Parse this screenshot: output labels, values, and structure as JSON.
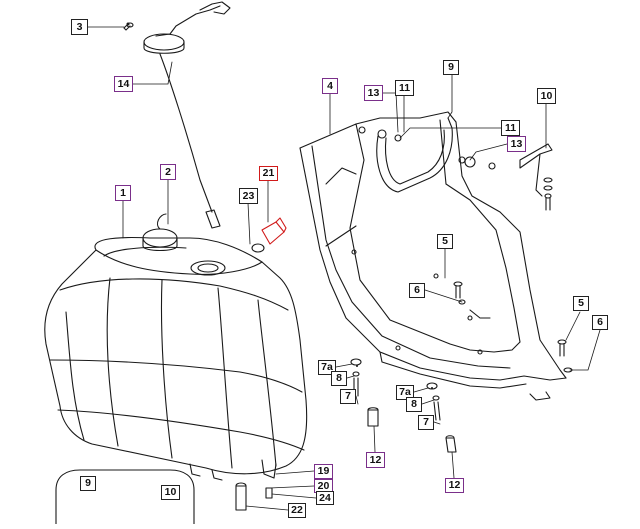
{
  "diagram": {
    "callouts": [
      {
        "id": "c3",
        "label": "3",
        "style": "std"
      },
      {
        "id": "c14",
        "label": "14",
        "style": "purple"
      },
      {
        "id": "c1",
        "label": "1",
        "style": "purple"
      },
      {
        "id": "c2",
        "label": "2",
        "style": "purple"
      },
      {
        "id": "c23",
        "label": "23",
        "style": "std"
      },
      {
        "id": "c21",
        "label": "21",
        "style": "red"
      },
      {
        "id": "c4",
        "label": "4",
        "style": "purple"
      },
      {
        "id": "c13a",
        "label": "13",
        "style": "purple"
      },
      {
        "id": "c11a",
        "label": "11",
        "style": "std"
      },
      {
        "id": "c9a",
        "label": "9",
        "style": "std"
      },
      {
        "id": "c10a",
        "label": "10",
        "style": "std"
      },
      {
        "id": "c11b",
        "label": "11",
        "style": "std"
      },
      {
        "id": "c13b",
        "label": "13",
        "style": "purple"
      },
      {
        "id": "c5a",
        "label": "5",
        "style": "std"
      },
      {
        "id": "c6a",
        "label": "6",
        "style": "std"
      },
      {
        "id": "c5b",
        "label": "5",
        "style": "std"
      },
      {
        "id": "c6b",
        "label": "6",
        "style": "std"
      },
      {
        "id": "c7a1",
        "label": "7a",
        "style": "std"
      },
      {
        "id": "c8a",
        "label": "8",
        "style": "std"
      },
      {
        "id": "c7a",
        "label": "7",
        "style": "std"
      },
      {
        "id": "c7a2",
        "label": "7a",
        "style": "std"
      },
      {
        "id": "c8b",
        "label": "8",
        "style": "std"
      },
      {
        "id": "c7b",
        "label": "7",
        "style": "std"
      },
      {
        "id": "c12a",
        "label": "12",
        "style": "purple"
      },
      {
        "id": "c12b",
        "label": "12",
        "style": "purple"
      },
      {
        "id": "c19",
        "label": "19",
        "style": "purple"
      },
      {
        "id": "c20",
        "label": "20",
        "style": "purple"
      },
      {
        "id": "c24",
        "label": "24",
        "style": "std"
      },
      {
        "id": "c22",
        "label": "22",
        "style": "std"
      },
      {
        "id": "c9b",
        "label": "9",
        "style": "std"
      },
      {
        "id": "c10b",
        "label": "10",
        "style": "std"
      }
    ]
  }
}
